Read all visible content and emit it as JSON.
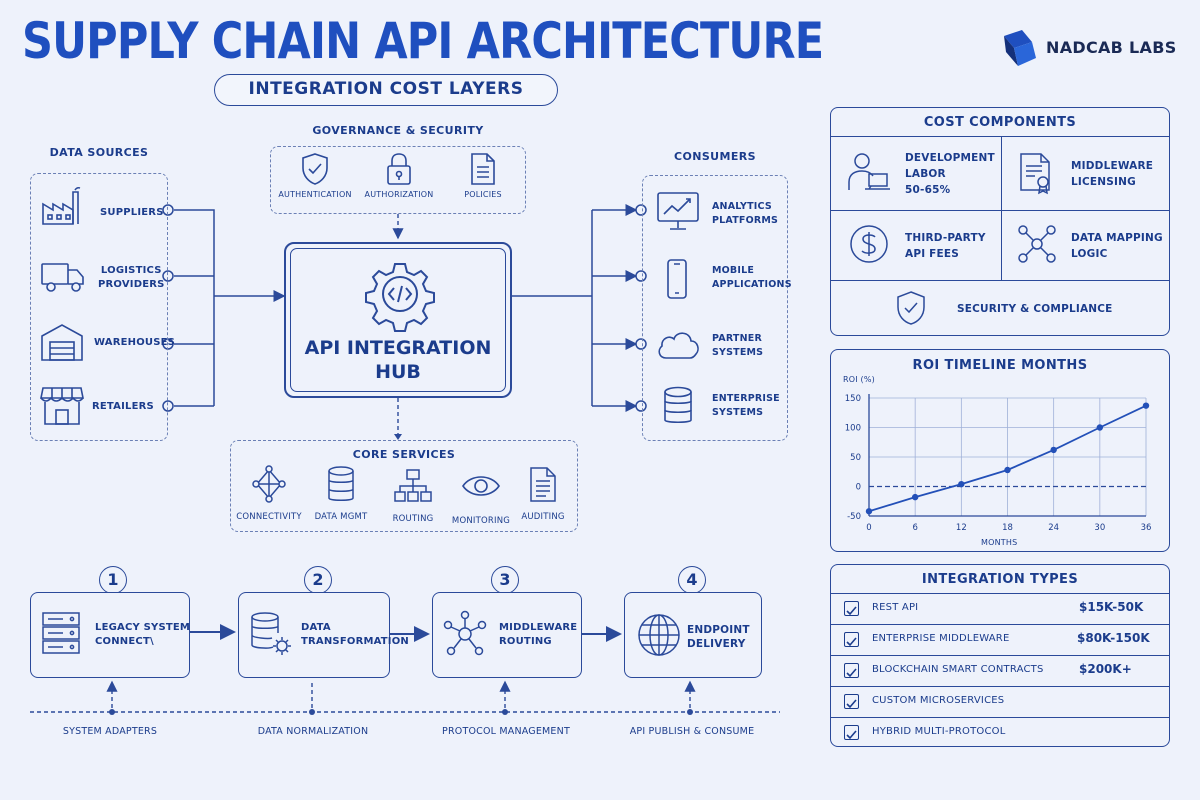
{
  "header": {
    "title": "SUPPLY CHAIN API ARCHITECTURE",
    "subtitle": "INTEGRATION COST LAYERS",
    "brand": "NADCAB LABS"
  },
  "data_sources": {
    "heading": "DATA SOURCES",
    "items": [
      {
        "label": "SUPPLIERS",
        "icon": "factory-icon"
      },
      {
        "label": "LOGISTICS\nPROVIDERS",
        "icon": "truck-icon"
      },
      {
        "label": "WAREHOUSES",
        "icon": "warehouse-icon"
      },
      {
        "label": "RETAILERS",
        "icon": "store-icon"
      }
    ]
  },
  "governance": {
    "heading": "GOVERNANCE & SECURITY",
    "items": [
      {
        "label": "AUTHENTICATION",
        "icon": "shield-check-icon"
      },
      {
        "label": "AUTHORIZATION",
        "icon": "padlock-icon"
      },
      {
        "label": "POLICIES",
        "icon": "document-icon"
      }
    ]
  },
  "hub": {
    "label": "API INTEGRATION\nHUB",
    "icon": "code-gear-icon"
  },
  "consumers": {
    "heading": "CONSUMERS",
    "items": [
      {
        "label": "ANALYTICS\nPLATFORMS",
        "icon": "monitor-chart-icon"
      },
      {
        "label": "MOBILE\nAPPLICATIONS",
        "icon": "smartphone-icon"
      },
      {
        "label": "PARTNER\nSYSTEMS",
        "icon": "cloud-icon"
      },
      {
        "label": "ENTERPRISE\nSYSTEMS",
        "icon": "database-icon"
      }
    ]
  },
  "core_services": {
    "heading": "CORE SERVICES",
    "items": [
      {
        "label": "CONNECTIVITY",
        "icon": "network-icon"
      },
      {
        "label": "DATA MGMT",
        "icon": "database-icon"
      },
      {
        "label": "ROUTING",
        "icon": "hierarchy-icon"
      },
      {
        "label": "MONITORING",
        "icon": "eye-icon"
      },
      {
        "label": "AUDITING",
        "icon": "document-icon"
      }
    ]
  },
  "steps": [
    {
      "number": "1",
      "label": "LEGACY SYSTEM\nCONNECT\\",
      "footer": "SYSTEM ADAPTERS",
      "icon": "server-icon"
    },
    {
      "number": "2",
      "label": "DATA\nTRANSFORMATION",
      "footer": "DATA NORMALIZATION",
      "icon": "database-gear-icon"
    },
    {
      "number": "3",
      "label": "MIDDLEWARE\nROUTING",
      "footer": "PROTOCOL MANAGEMENT",
      "icon": "hub-nodes-icon"
    },
    {
      "number": "4",
      "label": "ENDPOINT\nDELIVERY",
      "footer": "API PUBLISH & CONSUME",
      "icon": "globe-icon"
    }
  ],
  "cost_components": {
    "heading": "COST COMPONENTS",
    "items": [
      {
        "label": "DEVELOPMENT\nLABOR\n50-65%",
        "icon": "developer-laptop-icon"
      },
      {
        "label": "MIDDLEWARE\nLICENSING",
        "icon": "certificate-icon"
      },
      {
        "label": "THIRD-PARTY\nAPI FEES",
        "icon": "dollar-coin-icon"
      },
      {
        "label": "DATA MAPPING\nLOGIC",
        "icon": "nodes-icon"
      },
      {
        "label": "SECURITY & COMPLIANCE",
        "icon": "shield-check-icon"
      }
    ]
  },
  "chart_data": {
    "type": "line",
    "title": "ROI TIMELINE MONTHS",
    "xlabel": "MONTHS",
    "ylabel": "ROI (%)",
    "x": [
      0,
      6,
      12,
      18,
      24,
      30,
      36
    ],
    "y": [
      -42,
      -18,
      4,
      28,
      62,
      100,
      137
    ],
    "xticks": [
      0,
      6,
      12,
      18,
      24,
      30,
      36
    ],
    "yticks": [
      150,
      100,
      50,
      0,
      -50
    ],
    "xlim": [
      0,
      36
    ],
    "ylim": [
      -50,
      150
    ],
    "grid": true,
    "zero_line": "dashed"
  },
  "integration_types": {
    "heading": "INTEGRATION TYPES",
    "rows": [
      {
        "label": "REST API",
        "cost": "$15K-50K",
        "checked": true
      },
      {
        "label": "ENTERPRISE MIDDLEWARE",
        "cost": "$80K-150K",
        "checked": true
      },
      {
        "label": "BLOCKCHAIN SMART CONTRACTS",
        "cost": "$200K+",
        "checked": true
      },
      {
        "label": "CUSTOM MICROSERVICES",
        "cost": "",
        "checked": true
      },
      {
        "label": "HYBRID MULTI-PROTOCOL",
        "cost": "",
        "checked": true
      }
    ]
  },
  "colors": {
    "accent": "#1f4fbf",
    "line": "#2b4a9a",
    "text": "#1b3c8c",
    "background": "#eef2fb"
  }
}
